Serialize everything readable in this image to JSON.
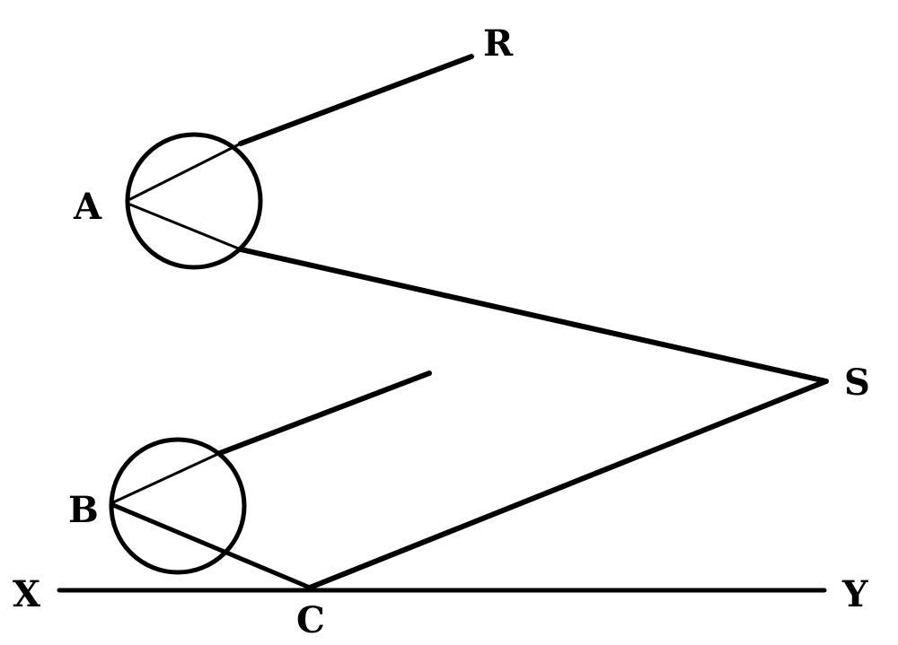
{
  "labels": {
    "r": "R",
    "a": "A",
    "s": "S",
    "b": "B",
    "x": "X",
    "c": "C",
    "y": "Y"
  }
}
